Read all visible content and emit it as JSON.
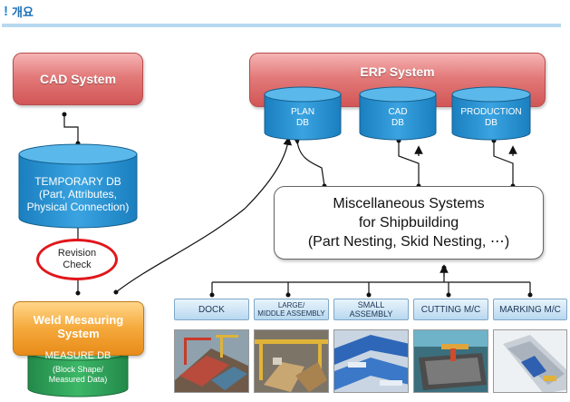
{
  "header": {
    "icon": "exclamation-icon",
    "title": "개요"
  },
  "cad_system": {
    "label": "CAD System"
  },
  "erp_system": {
    "label": "ERP System",
    "dbs": [
      {
        "lines": [
          "PLAN",
          "DB"
        ]
      },
      {
        "lines": [
          "CAD",
          "DB"
        ]
      },
      {
        "lines": [
          "PRODUCTION",
          "DB"
        ]
      }
    ]
  },
  "temporary_db": {
    "lines": [
      "TEMPORARY DB",
      "(Part, Attributes,",
      "Physical Connection)"
    ]
  },
  "revision_check": {
    "lines": [
      "Revision",
      "Check"
    ]
  },
  "misc_systems": {
    "lines": [
      "Miscellaneous Systems",
      "for Shipbuilding",
      "(Part Nesting, Skid Nesting, ⋯)"
    ]
  },
  "weld_system": {
    "lines": [
      "Weld Mesauring",
      "System"
    ]
  },
  "measure_db": {
    "title": "MEASURE DB",
    "lines": [
      "(Block Shape/",
      "Measured Data)"
    ]
  },
  "stations": [
    {
      "lines": [
        "DOCK"
      ],
      "image": "dock-photo"
    },
    {
      "lines": [
        "LARGE/",
        "MIDDLE ASSEMBLY"
      ],
      "image": "assembly-photo"
    },
    {
      "lines": [
        "SMALL",
        "ASSEMBLY"
      ],
      "image": "small-assembly-photo"
    },
    {
      "lines": [
        "CUTTING M/C"
      ],
      "image": "cutting-machine-photo"
    },
    {
      "lines": [
        "MARKING M/C"
      ],
      "image": "marking-machine-photo"
    }
  ],
  "colors": {
    "red_box": "#d25656",
    "db_blue": "#1f8fcc",
    "weld_orange": "#f5a93b",
    "measure_green": "#2c9e4e",
    "revision_red": "#e1161b"
  }
}
